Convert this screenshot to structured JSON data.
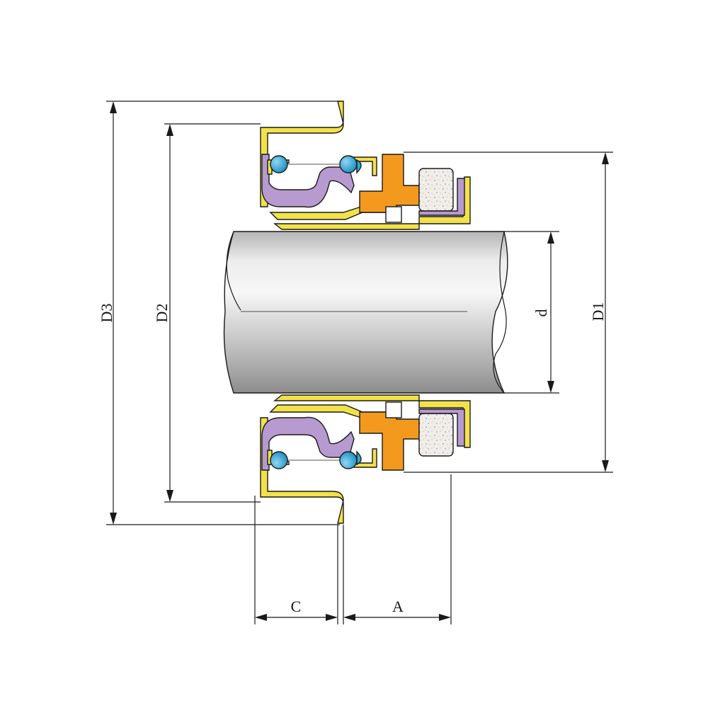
{
  "dimensions": {
    "D3": "D3",
    "D2": "D2",
    "d": "d",
    "D1": "D1",
    "C": "C",
    "A": "A"
  },
  "colors": {
    "gland_plate": "#f2e24a",
    "bellows": "#b79ad0",
    "spring_ball": "#2ea8dc",
    "seal_head": "#f39a1e",
    "seat": "#f1eeea",
    "shaft_light": "#f7f7f7",
    "shaft_dark": "#8c8c8c"
  }
}
